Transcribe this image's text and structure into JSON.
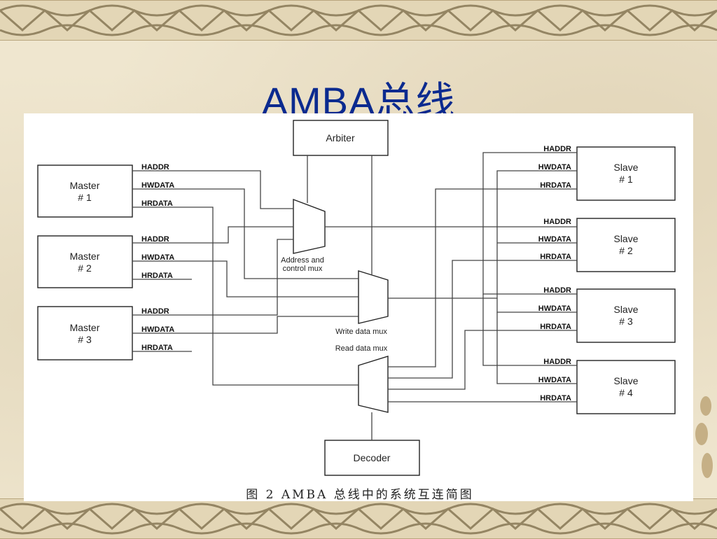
{
  "slide": {
    "title": "AMBA总线",
    "caption": "图 2    AMBA 总线中的系统互连简图"
  },
  "diagram": {
    "arbiter": "Arbiter",
    "decoder": "Decoder",
    "masters": [
      {
        "line1": "Master",
        "line2": "# 1"
      },
      {
        "line1": "Master",
        "line2": "# 2"
      },
      {
        "line1": "Master",
        "line2": "# 3"
      }
    ],
    "slaves": [
      {
        "line1": "Slave",
        "line2": "# 1"
      },
      {
        "line1": "Slave",
        "line2": "# 2"
      },
      {
        "line1": "Slave",
        "line2": "# 3"
      },
      {
        "line1": "Slave",
        "line2": "# 4"
      }
    ],
    "master_signals": [
      [
        "HADDR",
        "HWDATA",
        "HRDATA"
      ],
      [
        "HADDR",
        "HWDATA",
        "HRDATA"
      ],
      [
        "HADDR",
        "HWDATA",
        "HRDATA"
      ]
    ],
    "slave_signals": [
      [
        "HADDR",
        "HWDATA",
        "HRDATA"
      ],
      [
        "HADDR",
        "HWDATA",
        "HRDATA"
      ],
      [
        "HADDR",
        "HWDATA",
        "HRDATA"
      ],
      [
        "HADDR",
        "HWDATA",
        "HRDATA"
      ]
    ],
    "mux_labels": {
      "address_line1": "Address and",
      "address_line2": "control mux",
      "write": "Write data mux",
      "read": "Read data mux"
    }
  },
  "colors": {
    "title": "#0b2a8f",
    "background": "#efe6cf",
    "line": "#222222",
    "wire": "#444444"
  }
}
